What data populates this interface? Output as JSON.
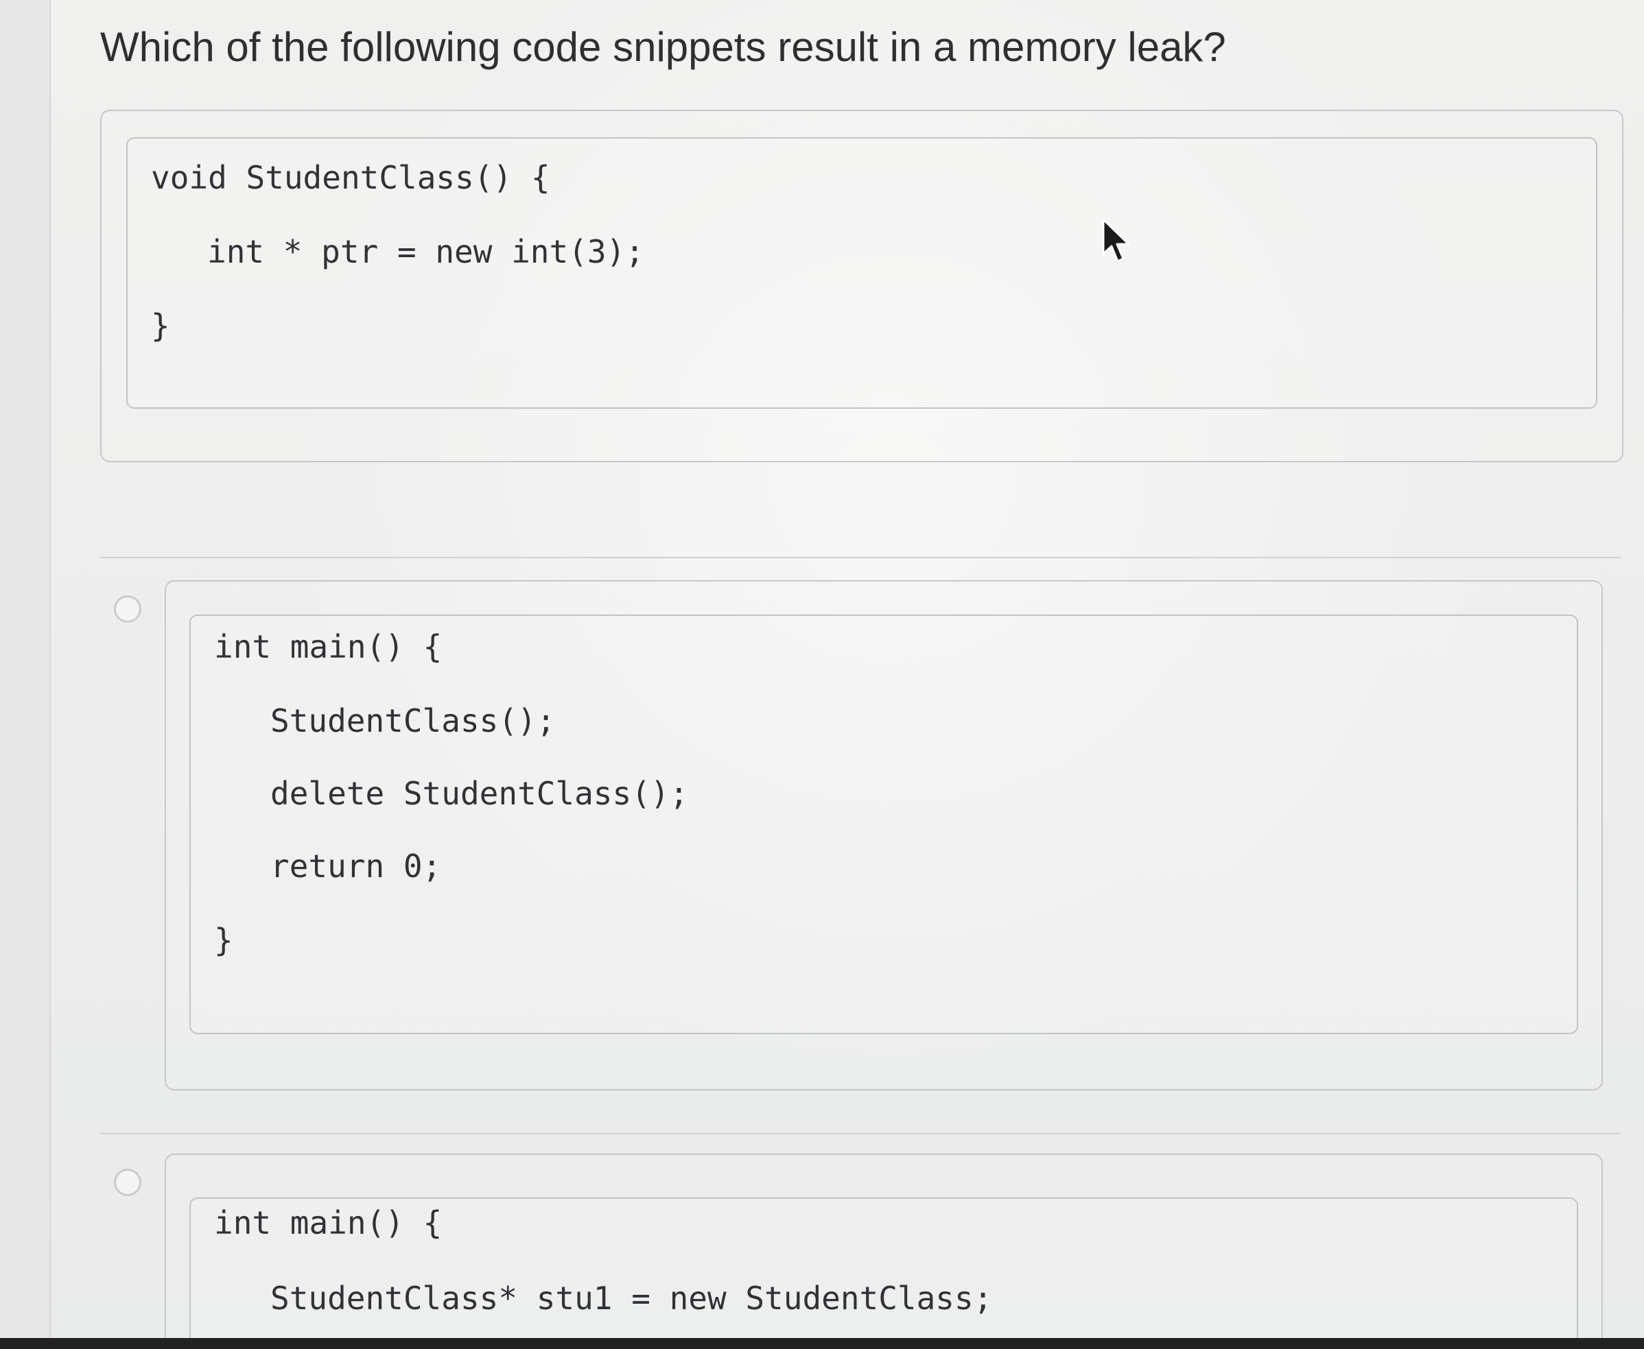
{
  "question": {
    "text": "Which of the following code snippets result in a memory leak?"
  },
  "prompt_code": {
    "lines": [
      "void StudentClass() {",
      "int * ptr = new int(3);",
      "}"
    ]
  },
  "options": [
    {
      "lines": [
        "int main() {",
        "StudentClass();",
        "delete StudentClass();",
        "return 0;",
        "}"
      ]
    },
    {
      "lines": [
        "int main() {",
        "StudentClass* stu1 = new StudentClass;"
      ]
    }
  ],
  "icons": {
    "cursor": "mouse-pointer-icon",
    "radio": "radio-button"
  }
}
